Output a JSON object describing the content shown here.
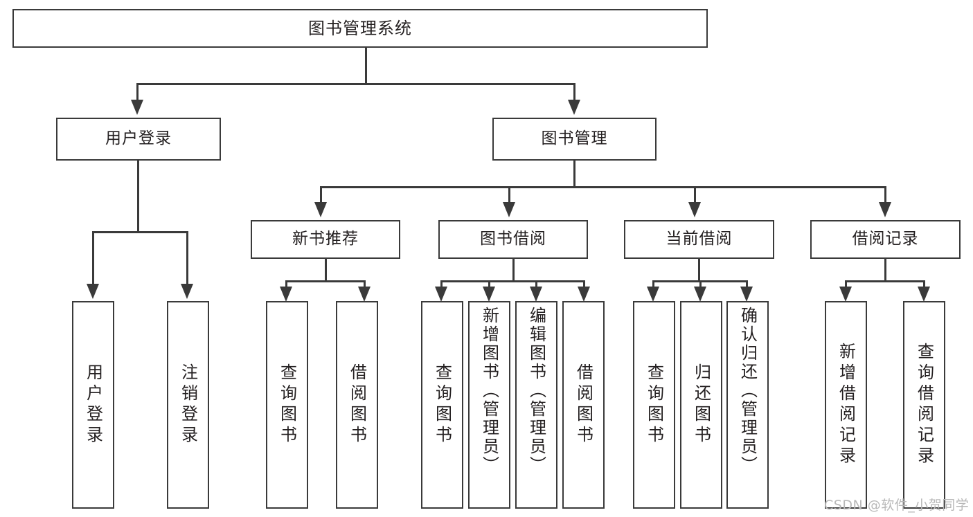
{
  "diagram": {
    "title": "图书管理系统",
    "type": "tree-structure-chart",
    "watermark": "CSDN @软件_小贺同学",
    "colors": {
      "box_border": "#3a3a3a",
      "box_fill": "#ffffff",
      "connector": "#3a3a3a",
      "text": "#231f20",
      "watermark": "#b8b8b8",
      "background": "#ffffff"
    },
    "root": {
      "label": "图书管理系统"
    },
    "level2": [
      {
        "label": "用户登录"
      },
      {
        "label": "图书管理"
      }
    ],
    "level3": [
      {
        "label": "新书推荐"
      },
      {
        "label": "图书借阅"
      },
      {
        "label": "当前借阅"
      },
      {
        "label": "借阅记录"
      }
    ],
    "leaves": {
      "user_login": [
        {
          "label": "用户登录"
        },
        {
          "label": "注销登录"
        }
      ],
      "new_book_recommend": [
        {
          "label": "查询图书"
        },
        {
          "label": "借阅图书"
        }
      ],
      "book_borrow": [
        {
          "label": "查询图书"
        },
        {
          "label": "新增图书（管理员）"
        },
        {
          "label": "编辑图书（管理员）"
        },
        {
          "label": "借阅图书"
        }
      ],
      "current_borrow": [
        {
          "label": "查询图书"
        },
        {
          "label": "归还图书"
        },
        {
          "label": "确认归还（管理员）"
        }
      ],
      "borrow_record": [
        {
          "label": "新增借阅记录"
        },
        {
          "label": "查询借阅记录"
        }
      ]
    }
  }
}
